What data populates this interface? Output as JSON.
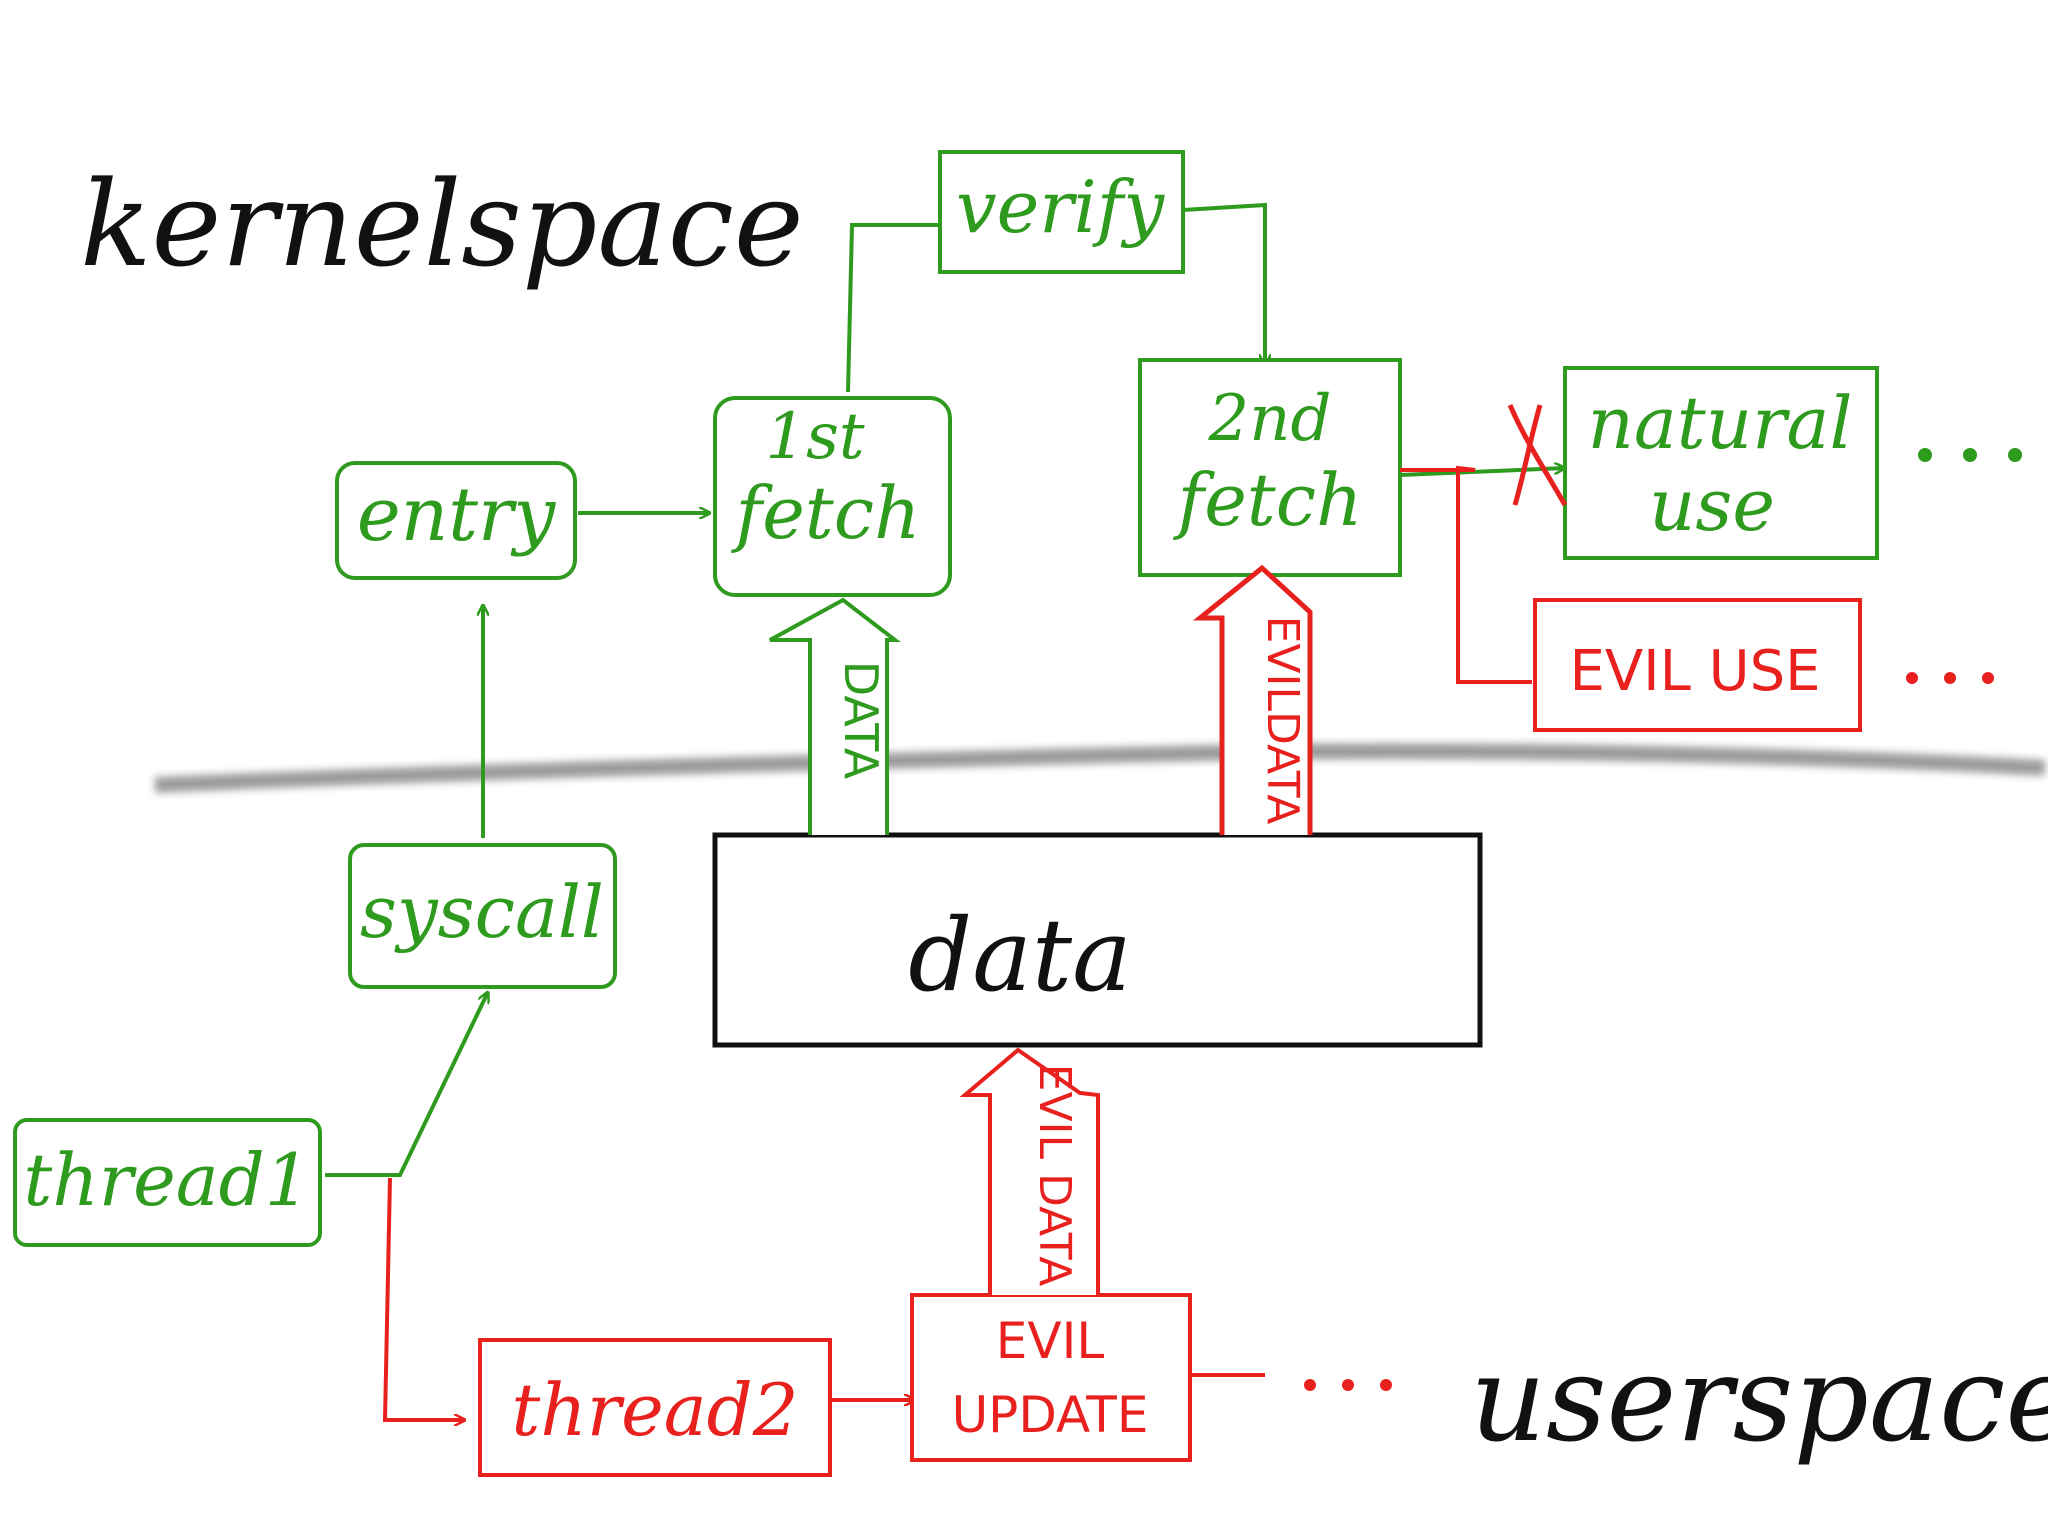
{
  "regions": {
    "kernel": "kernelspace",
    "user": "userspace"
  },
  "nodes": {
    "entry": "entry",
    "first_fetch": [
      "1st",
      "fetch"
    ],
    "verify": "verify",
    "second_fetch": [
      "2nd",
      "fetch"
    ],
    "natural_use": [
      "natural",
      "use"
    ],
    "evil_use": "EVIL USE",
    "syscall": "syscall",
    "data": "data",
    "thread1": "thread1",
    "thread2": "thread2",
    "evil_update": [
      "EVIL",
      "UPDATE"
    ]
  },
  "arrows": {
    "data": "DATA",
    "evil_data_kernel": "EVILDATA",
    "evil_data_user": "EVIL DATA"
  },
  "ellipsis": "...",
  "colors": {
    "green": "#2e9a1e",
    "red": "#e8211e",
    "black": "#111111",
    "boundary": "#9a9a9a"
  }
}
